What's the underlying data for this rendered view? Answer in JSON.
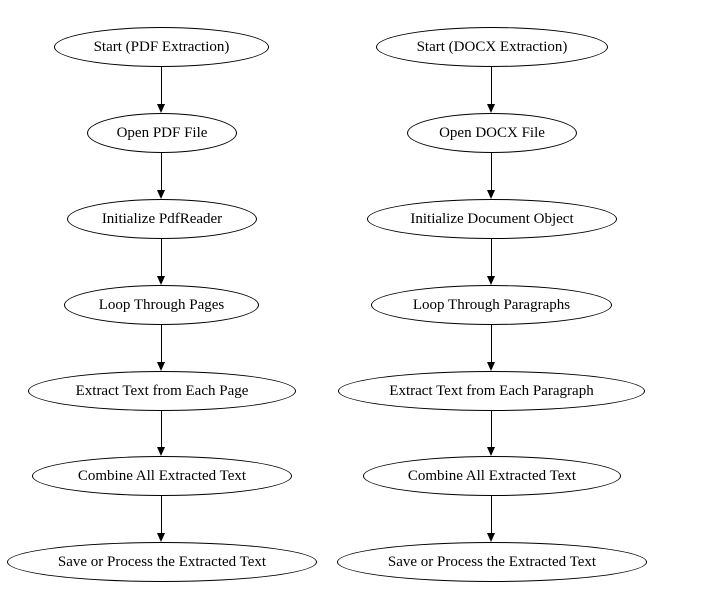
{
  "diagram": {
    "type": "flowchart",
    "background_color": "#ffffff",
    "node_shape": "ellipse",
    "node_border_color": "#000000",
    "text_color": "#000000",
    "columns": [
      {
        "nodes": [
          {
            "id": "pdf-start",
            "label": "Start (PDF Extraction)"
          },
          {
            "id": "pdf-open",
            "label": "Open PDF File"
          },
          {
            "id": "pdf-init",
            "label": "Initialize PdfReader"
          },
          {
            "id": "pdf-loop",
            "label": "Loop Through Pages"
          },
          {
            "id": "pdf-extract",
            "label": "Extract Text from Each Page"
          },
          {
            "id": "pdf-combine",
            "label": "Combine All Extracted Text"
          },
          {
            "id": "pdf-save",
            "label": "Save or Process the Extracted Text"
          }
        ]
      },
      {
        "nodes": [
          {
            "id": "docx-start",
            "label": "Start (DOCX Extraction)"
          },
          {
            "id": "docx-open",
            "label": "Open DOCX File"
          },
          {
            "id": "docx-init",
            "label": "Initialize Document Object"
          },
          {
            "id": "docx-loop",
            "label": "Loop Through Paragraphs"
          },
          {
            "id": "docx-extract",
            "label": "Extract Text from Each Paragraph"
          },
          {
            "id": "docx-combine",
            "label": "Combine All Extracted Text"
          },
          {
            "id": "docx-save",
            "label": "Save or Process the Extracted Text"
          }
        ]
      }
    ],
    "edges": [
      {
        "from": "pdf-start",
        "to": "pdf-open"
      },
      {
        "from": "pdf-open",
        "to": "pdf-init"
      },
      {
        "from": "pdf-init",
        "to": "pdf-loop"
      },
      {
        "from": "pdf-loop",
        "to": "pdf-extract"
      },
      {
        "from": "pdf-extract",
        "to": "pdf-combine"
      },
      {
        "from": "pdf-combine",
        "to": "pdf-save"
      },
      {
        "from": "docx-start",
        "to": "docx-open"
      },
      {
        "from": "docx-open",
        "to": "docx-init"
      },
      {
        "from": "docx-init",
        "to": "docx-loop"
      },
      {
        "from": "docx-loop",
        "to": "docx-extract"
      },
      {
        "from": "docx-extract",
        "to": "docx-combine"
      },
      {
        "from": "docx-combine",
        "to": "docx-save"
      }
    ]
  }
}
